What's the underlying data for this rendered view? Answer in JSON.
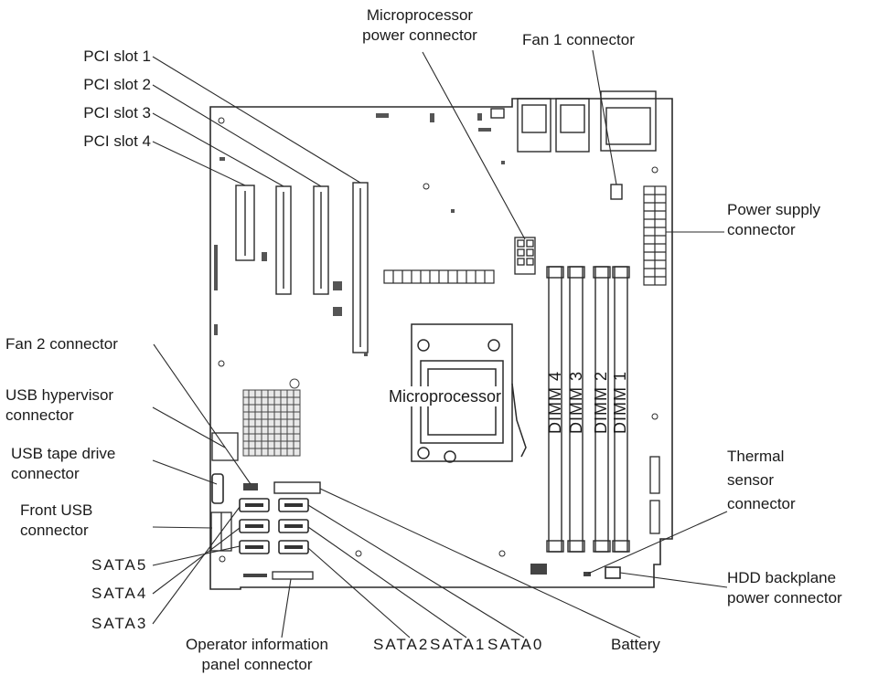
{
  "labels": {
    "microprocessor_power": "Microprocessor\npower connector",
    "fan1": "Fan 1 connector",
    "pci1": "PCI slot 1",
    "pci2": "PCI slot 2",
    "pci3": "PCI slot 3",
    "pci4": "PCI slot 4",
    "power_supply": "Power supply\nconnector",
    "fan2": "Fan 2 connector",
    "usb_hypervisor": "USB hypervisor\nconnector",
    "usb_tape": "USB tape drive\nconnector",
    "front_usb": "Front USB\nconnector",
    "sata5": "SATA5",
    "sata4": "SATA4",
    "sata3": "SATA3",
    "operator_panel": "Operator information\npanel connector",
    "sata2": "SATA2",
    "sata1": "SATA1",
    "sata0": "SATA0",
    "battery": "Battery",
    "thermal": "Thermal\nsensor\nconnector",
    "hdd_backplane": "HDD backplane\npower connector",
    "microprocessor": "Microprocessor",
    "dimm4": "DIMM 4",
    "dimm3": "DIMM 3",
    "dimm2": "DIMM 2",
    "dimm1": "DIMM 1"
  }
}
